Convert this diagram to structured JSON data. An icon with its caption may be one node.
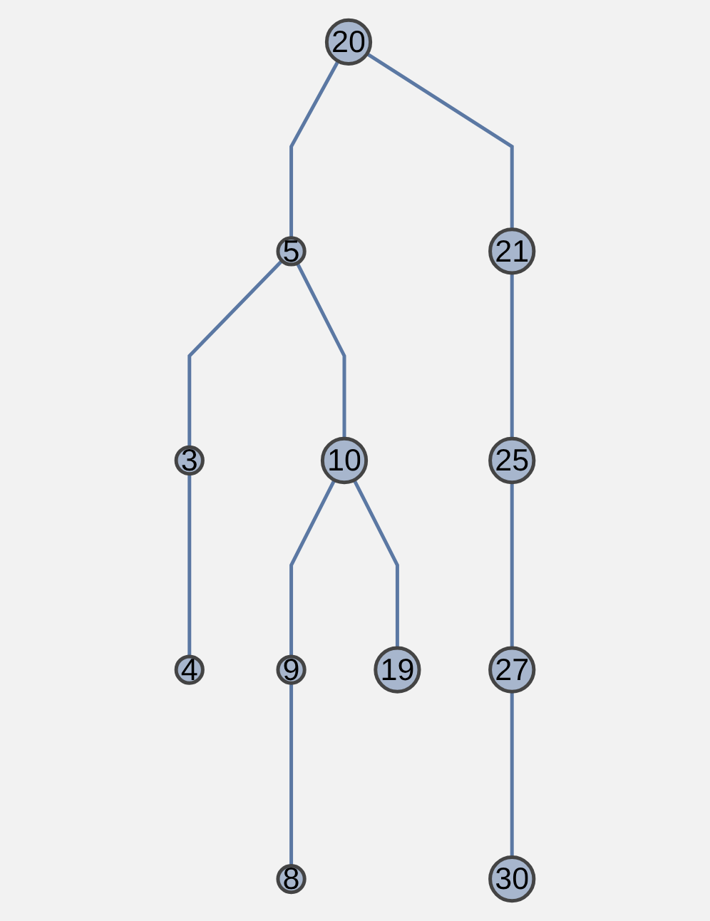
{
  "diagram": {
    "nodes": [
      {
        "text": [
          "20"
        ]
      },
      {
        "text": [
          "5"
        ]
      },
      {
        "text": [
          "21"
        ]
      },
      {
        "text": [
          "3"
        ]
      },
      {
        "text": [
          "10"
        ]
      },
      {
        "text": [
          "25"
        ]
      },
      {
        "text": [
          "4"
        ]
      },
      {
        "text": [
          "9"
        ]
      },
      {
        "text": [
          "19"
        ]
      },
      {
        "text": [
          "27"
        ]
      },
      {
        "text": [
          "8"
        ]
      },
      {
        "text": [
          "30"
        ]
      }
    ],
    "edges": [
      {
        "from": 0,
        "to": 1,
        "arrow": "none"
      },
      {
        "from": 0,
        "to": 2,
        "arrow": "none"
      },
      {
        "from": 1,
        "to": 3,
        "arrow": "none"
      },
      {
        "from": 1,
        "to": 4,
        "arrow": "none"
      },
      {
        "from": 2,
        "to": 5,
        "arrow": "none"
      },
      {
        "from": 3,
        "to": 6,
        "arrow": "none"
      },
      {
        "from": 4,
        "to": 7,
        "arrow": "none"
      },
      {
        "from": 4,
        "to": 8,
        "arrow": "none"
      },
      {
        "from": 5,
        "to": 9,
        "arrow": "none"
      },
      {
        "from": 7,
        "to": 10,
        "arrow": "none"
      },
      {
        "from": 9,
        "to": 11,
        "arrow": "none"
      }
    ]
  }
}
